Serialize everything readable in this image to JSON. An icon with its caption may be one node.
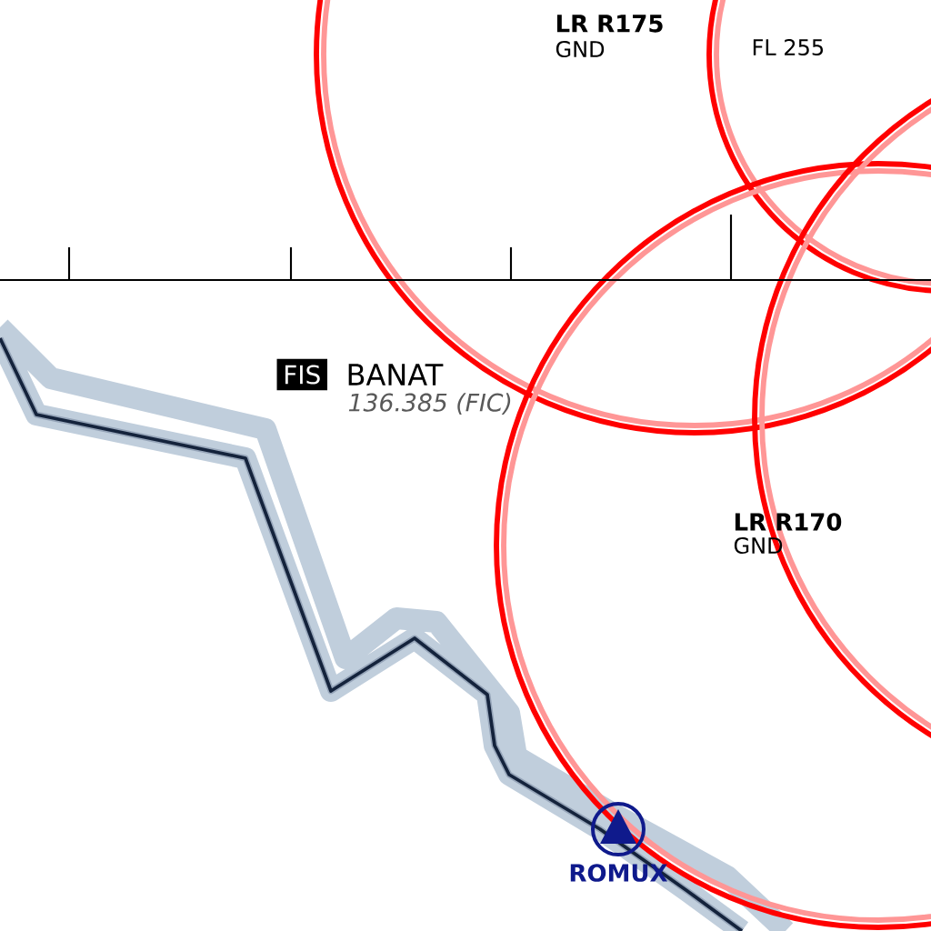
{
  "diagram": {
    "labels": [
      "LR R175",
      "GND",
      "FL 255",
      "FIS",
      "BANAT",
      "136.385 (FIC)",
      "LR R170",
      "GND",
      "ROMUX"
    ]
  }
}
